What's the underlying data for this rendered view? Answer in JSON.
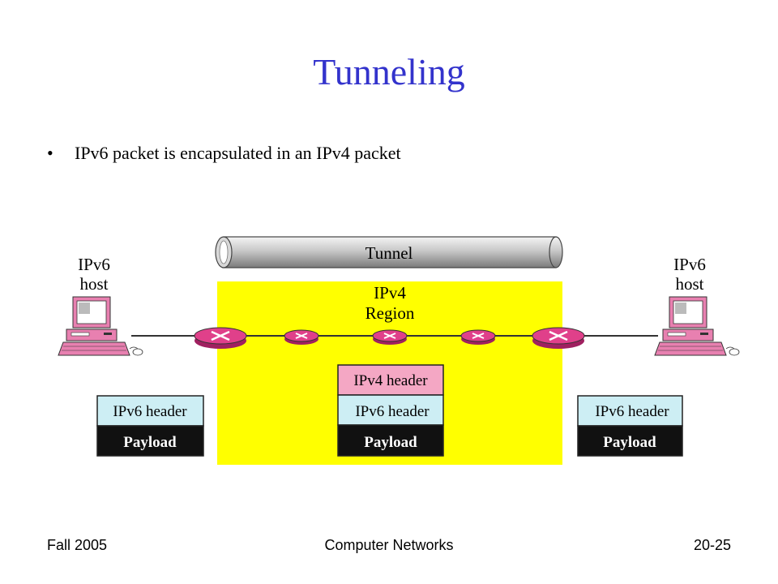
{
  "slide": {
    "title": "Tunneling",
    "bullets": [
      "IPv6 packet is encapsulated in an IPv4 packet"
    ]
  },
  "diagram": {
    "tunnel_label": "Tunnel",
    "region_label_line1": "IPv4",
    "region_label_line2": "Region",
    "left_host_line1": "IPv6",
    "left_host_line2": "host",
    "right_host_line1": "IPv6",
    "right_host_line2": "host",
    "left_packet": {
      "header": "IPv6 header",
      "payload": "Payload"
    },
    "middle_packet": {
      "outer_header": "IPv4 header",
      "header": "IPv6 header",
      "payload": "Payload"
    },
    "right_packet": {
      "header": "IPv6 header",
      "payload": "Payload"
    },
    "colors": {
      "region_fill": "#ffff00",
      "ipv4_header_fill": "#f4a7c4",
      "ipv6_header_fill": "#cdeef4",
      "payload_fill": "#111111",
      "router_fill": "#e0408a",
      "host_fill": "#e880b0",
      "title_color": "#3333cc"
    }
  },
  "footer": {
    "left": "Fall 2005",
    "center": "Computer Networks",
    "right": "20-25"
  }
}
